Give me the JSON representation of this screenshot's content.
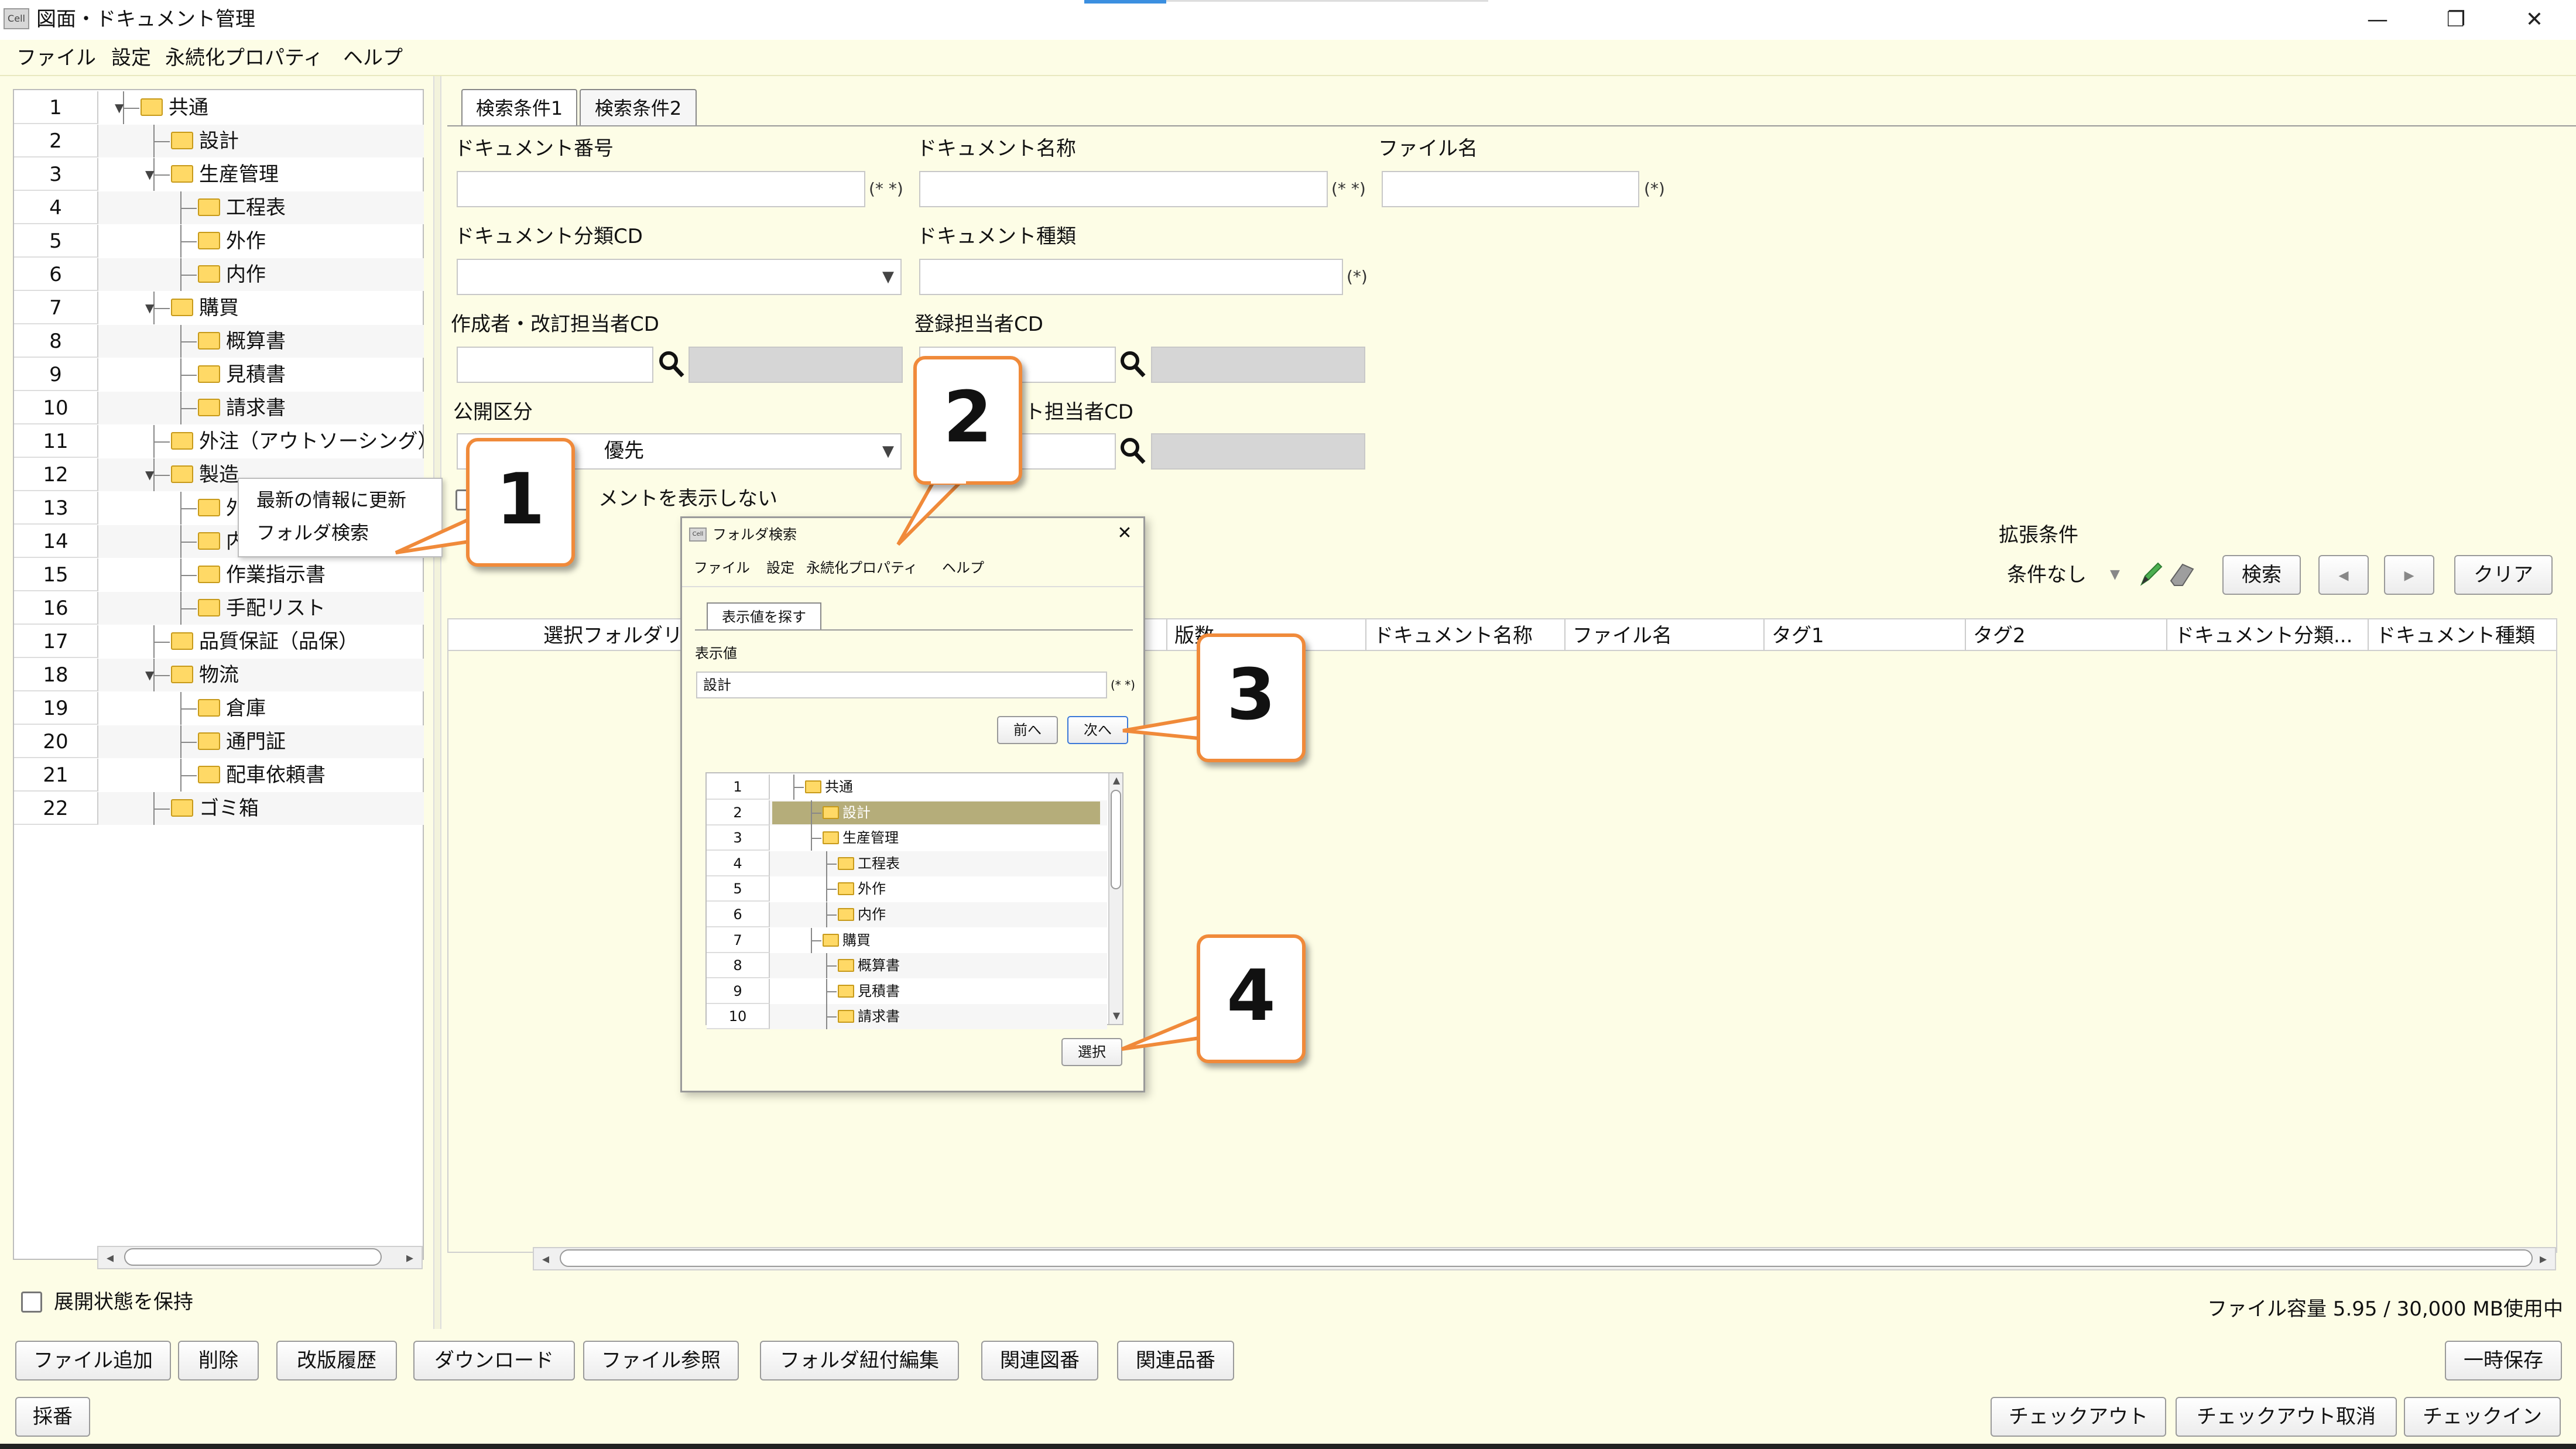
{
  "window": {
    "title": "図面・ドキュメント管理",
    "logo_text": "Cell",
    "controls": [
      "—",
      "❐",
      "✕"
    ]
  },
  "menu": [
    "ファイル",
    "設定",
    "永続化プロパティ",
    "ヘルプ"
  ],
  "tree": {
    "rows": [
      {
        "num": "1",
        "label": "共通",
        "depth": 0,
        "expanded": true
      },
      {
        "num": "2",
        "label": "設計",
        "depth": 1
      },
      {
        "num": "3",
        "label": "生産管理",
        "depth": 1,
        "expanded": true
      },
      {
        "num": "4",
        "label": "工程表",
        "depth": 2
      },
      {
        "num": "5",
        "label": "外作",
        "depth": 2
      },
      {
        "num": "6",
        "label": "内作",
        "depth": 2
      },
      {
        "num": "7",
        "label": "購買",
        "depth": 1,
        "expanded": true
      },
      {
        "num": "8",
        "label": "概算書",
        "depth": 2
      },
      {
        "num": "9",
        "label": "見積書",
        "depth": 2
      },
      {
        "num": "10",
        "label": "請求書",
        "depth": 2
      },
      {
        "num": "11",
        "label": "外注（アウトソーシング）",
        "depth": 1
      },
      {
        "num": "12",
        "label": "製造",
        "depth": 1,
        "expanded": true
      },
      {
        "num": "13",
        "label": "外作",
        "depth": 2
      },
      {
        "num": "14",
        "label": "内作",
        "depth": 2
      },
      {
        "num": "15",
        "label": "作業指示書",
        "depth": 2
      },
      {
        "num": "16",
        "label": "手配リスト",
        "depth": 2
      },
      {
        "num": "17",
        "label": "品質保証（品保）",
        "depth": 1
      },
      {
        "num": "18",
        "label": "物流",
        "depth": 1,
        "expanded": true
      },
      {
        "num": "19",
        "label": "倉庫",
        "depth": 2
      },
      {
        "num": "20",
        "label": "通門証",
        "depth": 2
      },
      {
        "num": "21",
        "label": "配車依頼書",
        "depth": 2
      },
      {
        "num": "22",
        "label": "ゴミ箱",
        "depth": 1
      }
    ],
    "keep_expand_label": "展開状態を保持"
  },
  "context_menu": {
    "items": [
      "最新の情報に更新",
      "フォルダ検索"
    ]
  },
  "search": {
    "tabs": [
      "検索条件1",
      "検索条件2"
    ],
    "doc_number_label": "ドキュメント番号",
    "doc_name_label": "ドキュメント名称",
    "file_name_label": "ファイル名",
    "doc_class_label": "ドキュメント分類CD",
    "doc_type_label": "ドキュメント種類",
    "author_label": "作成者・改訂担当者CD",
    "registrant_label": "登録担当者CD",
    "publish_label": "公開区分",
    "checkout_label": "ト担当者CD",
    "publish_value": "優先",
    "hide_label": "メントを表示しない",
    "req_double": "(* *)",
    "req_single": "(*)",
    "ext_label": "拡張条件",
    "ext_value": "条件なし",
    "search_btn": "検索",
    "prev_btn": "◂",
    "next_btn": "▸",
    "clear_btn": "クリア"
  },
  "grid": {
    "columns": [
      "選択フォルダリ",
      "版数",
      "ドキュメント名称",
      "ファイル名",
      "タグ1",
      "タグ2",
      "ドキュメント分類...",
      "ドキュメント種類"
    ]
  },
  "dialog": {
    "title": "フォルダ検索",
    "logo_text": "Cell",
    "close": "✕",
    "menu": [
      "ファイル",
      "設定",
      "永続化プロパティ",
      "ヘルプ"
    ],
    "tab": "表示値を探す",
    "field_label": "表示値",
    "field_value": "設計",
    "req": "(* *)",
    "prev_btn": "前へ",
    "next_btn": "次へ",
    "select_btn": "選択",
    "rows": [
      {
        "num": "1",
        "label": "共通",
        "depth": 0
      },
      {
        "num": "2",
        "label": "設計",
        "depth": 1,
        "selected": true
      },
      {
        "num": "3",
        "label": "生産管理",
        "depth": 1
      },
      {
        "num": "4",
        "label": "工程表",
        "depth": 2
      },
      {
        "num": "5",
        "label": "外作",
        "depth": 2
      },
      {
        "num": "6",
        "label": "内作",
        "depth": 2
      },
      {
        "num": "7",
        "label": "購買",
        "depth": 1
      },
      {
        "num": "8",
        "label": "概算書",
        "depth": 2
      },
      {
        "num": "9",
        "label": "見積書",
        "depth": 2
      },
      {
        "num": "10",
        "label": "請求書",
        "depth": 2
      }
    ]
  },
  "callouts": [
    "1",
    "2",
    "3",
    "4"
  ],
  "status": {
    "capacity": "ファイル容量 5.95 / 30,000 MB使用中"
  },
  "buttons": {
    "bottom_row1": [
      "ファイル追加",
      "削除",
      "改版履歴",
      "ダウンロード",
      "ファイル参照",
      "フォルダ紐付編集",
      "関連図番",
      "関連品番"
    ],
    "save_temp": "一時保存",
    "adopt": "採番",
    "checkout": "チェックアウト",
    "checkout_cancel": "チェックアウト取消",
    "checkin": "チェックイン"
  },
  "colors": {
    "background": "#fdfde6",
    "folder": "#ffd966",
    "callout_border": "#f08a3a",
    "selected_row": "#b5ad7a"
  }
}
